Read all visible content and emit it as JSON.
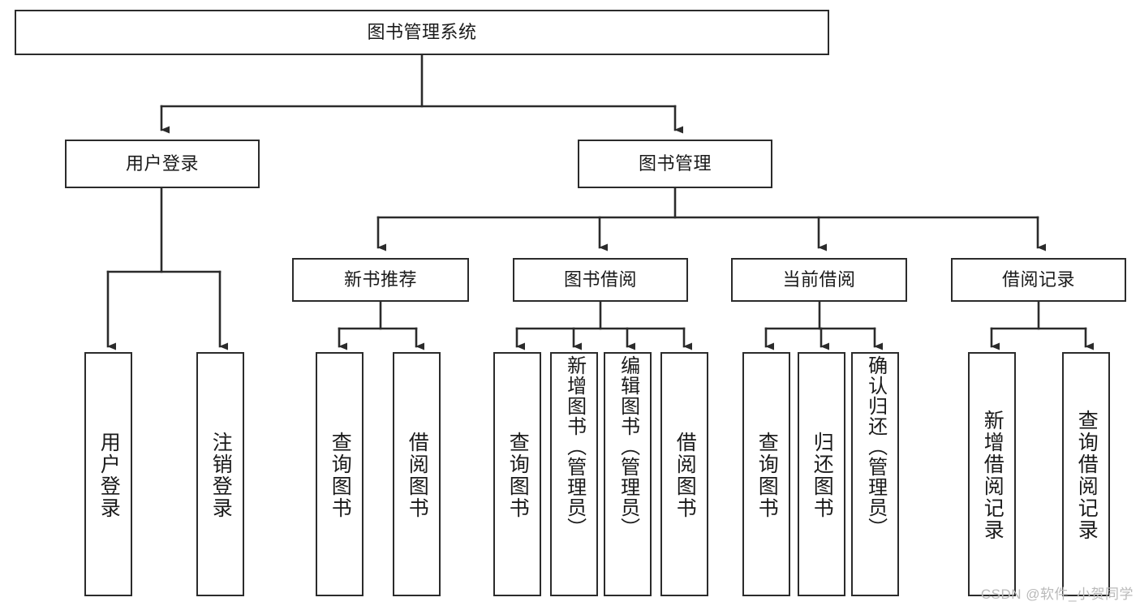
{
  "diagram": {
    "title": "图书管理系统",
    "type": "tree",
    "orientation": "top-down",
    "watermark": "CSDN @软件_小贺同学",
    "colors": {
      "box_border": "#2b2b2b",
      "box_fill": "#ffffff",
      "connector": "#2b2b2b",
      "text": "#1a1a1a",
      "watermark": "#b9b9b9",
      "background": "#ffffff"
    },
    "root": {
      "label": "图书管理系统"
    },
    "level2": [
      {
        "label": "用户登录"
      },
      {
        "label": "图书管理"
      }
    ],
    "level3": [
      {
        "label": "新书推荐"
      },
      {
        "label": "图书借阅"
      },
      {
        "label": "当前借阅"
      },
      {
        "label": "借阅记录"
      }
    ],
    "leaves": {
      "user_login": [
        {
          "label": "用户登录"
        },
        {
          "label": "注销登录"
        }
      ],
      "new_book_recommend": [
        {
          "label": "查询图书"
        },
        {
          "label": "借阅图书"
        }
      ],
      "book_borrow": [
        {
          "label": "查询图书"
        },
        {
          "label": "新增图书（管理员）"
        },
        {
          "label": "编辑图书（管理员）"
        },
        {
          "label": "借阅图书"
        }
      ],
      "current_borrow": [
        {
          "label": "查询图书"
        },
        {
          "label": "归还图书"
        },
        {
          "label": "确认归还（管理员）"
        }
      ],
      "borrow_record": [
        {
          "label": "新增借阅记录"
        },
        {
          "label": "查询借阅记录"
        }
      ]
    }
  }
}
